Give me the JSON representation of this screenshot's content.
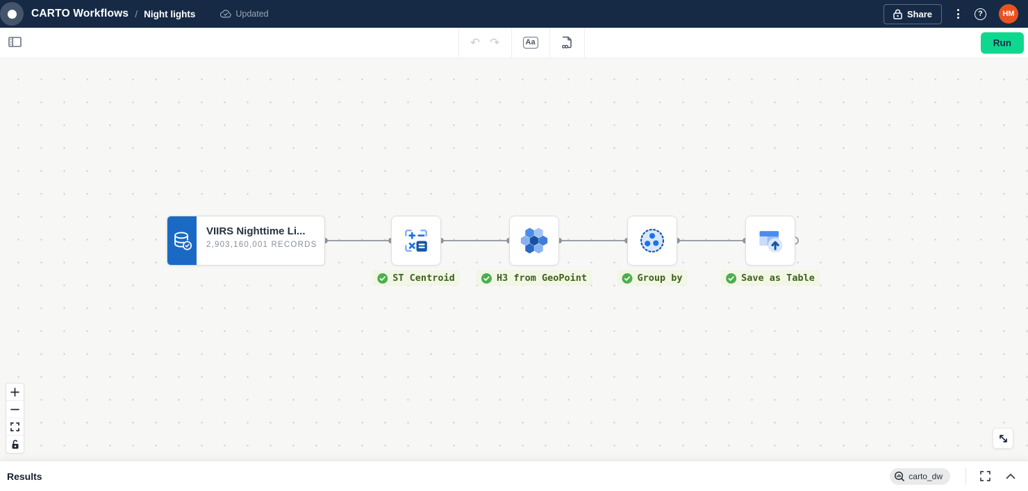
{
  "header": {
    "app_title": "CARTO Workflows",
    "breadcrumb_separator": "/",
    "workflow_name": "Night lights",
    "sync_status": "Updated",
    "share_label": "Share",
    "help_label": "?",
    "avatar_initials": "HM",
    "icons": [
      "carto-logo",
      "cloud-done-icon",
      "lock-icon",
      "kebab-menu-icon",
      "help-icon"
    ]
  },
  "toolbar": {
    "annotation_label": "Aa",
    "run_label": "Run",
    "icons": [
      "panel-left-icon",
      "undo-icon",
      "redo-icon",
      "annotation-icon",
      "export-sql-icon"
    ],
    "undo_glyph": "↶",
    "redo_glyph": "↷"
  },
  "canvas": {
    "source_node": {
      "title": "VIIRS Nighttime Li...",
      "subtitle": "2,903,160,001 RECORDS",
      "icon": "database-icon"
    },
    "steps": [
      {
        "label": "ST Centroid",
        "status": "success",
        "icon": "st-centroid-icon"
      },
      {
        "label": "H3 from GeoPoint",
        "status": "success",
        "icon": "h3-hexagons-icon"
      },
      {
        "label": "Group by",
        "status": "success",
        "icon": "group-by-icon"
      },
      {
        "label": "Save as Table",
        "status": "success",
        "icon": "save-as-table-icon"
      }
    ],
    "zoom_controls": {
      "zoom_in": "+",
      "zoom_out": "−",
      "fit_view": "fit-view-icon",
      "lock": "lock-open-icon"
    },
    "resize_icon": "diagonal-resize-icon"
  },
  "results_bar": {
    "title": "Results",
    "connection_name": "carto_dw",
    "connection_icon": "bigquery-magnifier-icon",
    "expand_icon": "fullscreen-icon",
    "collapse_icon": "chevron-up-icon"
  },
  "colors": {
    "header_bg": "#162A45",
    "run_button_green": "#10D78F",
    "avatar_orange": "#EA5321",
    "source_node_blue": "#1A6AC5",
    "primary_blue": "#1A73E8",
    "dark_blue": "#1656A8",
    "step_label_text": "#3F611C",
    "check_green": "#4CAF50",
    "connection_gray": "#9AA0A8",
    "canvas_bg": "#F7F7F5"
  }
}
